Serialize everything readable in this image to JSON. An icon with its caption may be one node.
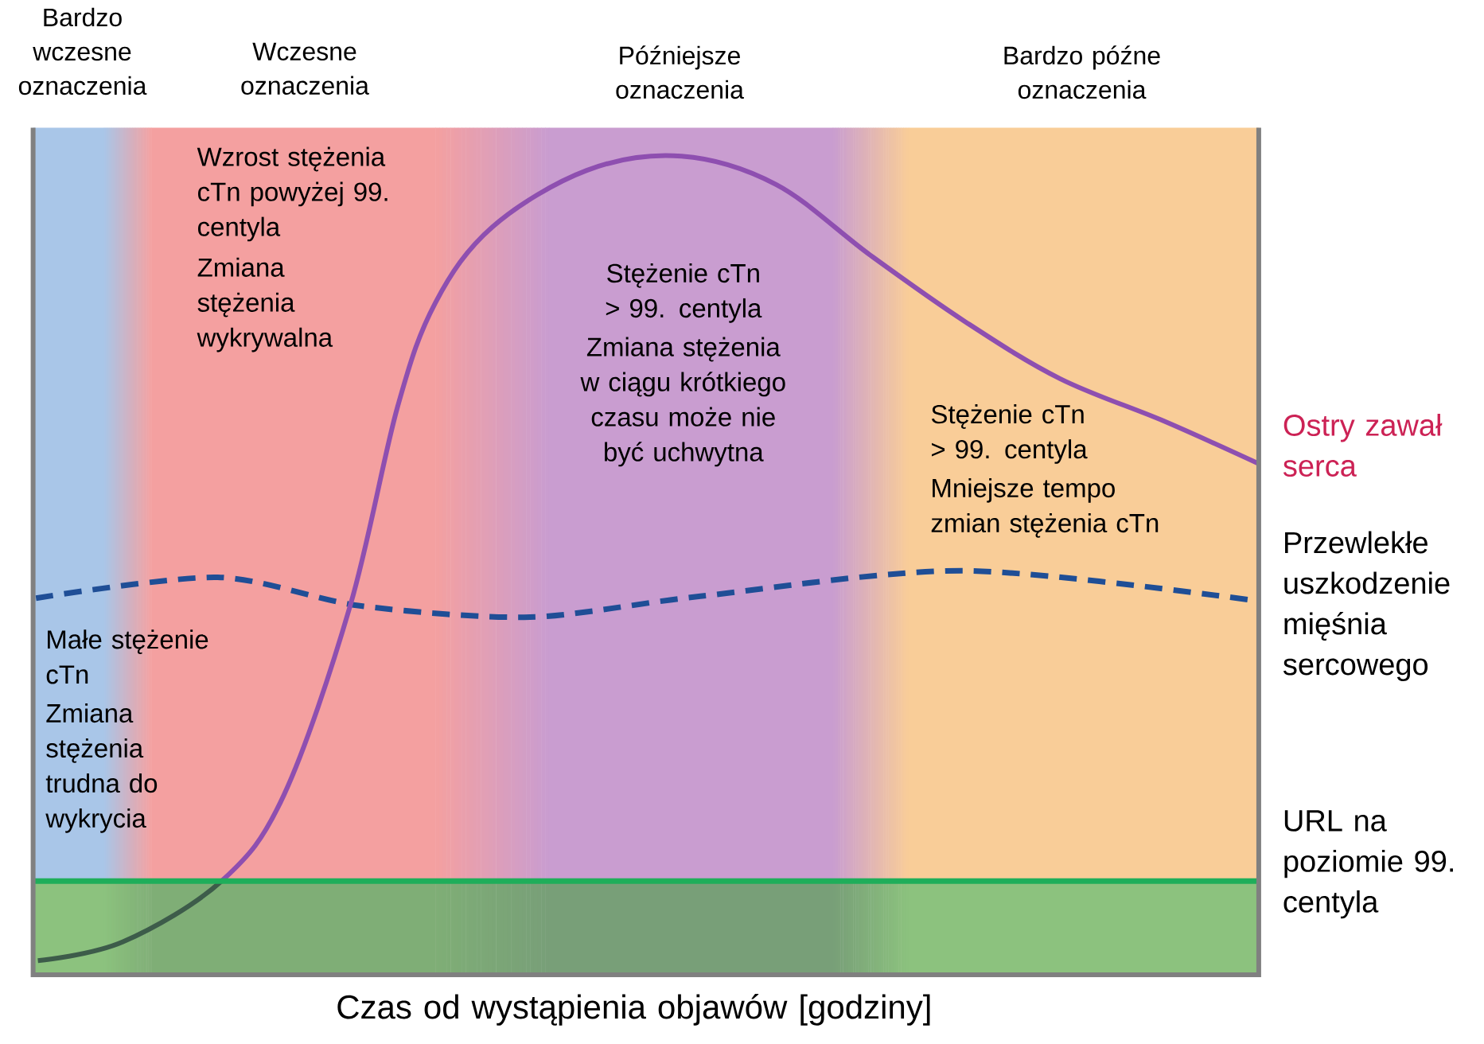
{
  "diagram": {
    "labels": [
      "Bardzo wczesne oznaczenia",
      "Wczesne oznaczenia",
      "Późniejsze oznaczenia",
      "Bardzo późne oznaczenia",
      "Wzrost stężenia cTn powyżej 99. centyla",
      "Zmiana stężenia wykrywalna",
      "Stężenie cTn > 99. centyla",
      "Zmiana stężenia w ciągu krótkiego czasu może nie być uchwytna",
      "Stężenie cTn > 99. centyla",
      "Ostry zawał serca",
      "Mniejsze tempo zmian stężenia cTn",
      "Przewlekłe uszkodzenie mięśnia sercowego",
      "Małe stężenie cTn",
      "Zmiana stężenia trudna do wykrycia",
      "URL na poziomie 99. centyla",
      "Czas od wystąpienia objawów [godziny]"
    ]
  }
}
